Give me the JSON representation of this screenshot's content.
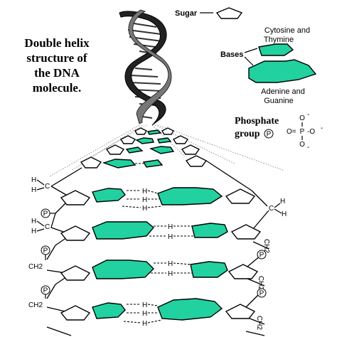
{
  "title": {
    "line1": "Double helix",
    "line2": "structure of",
    "line3": "the DNA",
    "line4": "molecule."
  },
  "legend": {
    "sugar_label": "Sugar",
    "bases_label": "Bases",
    "pyrimidine_label_1": "Cytosine and",
    "pyrimidine_label_2": "Thymine",
    "purine_label_1": "Adenine and",
    "purine_label_2": "Guanine",
    "phosphate_label_1": "Phosphate",
    "phosphate_label_2": "group",
    "phosphate_symbol": "P",
    "phosphate_formula_o_top": "O",
    "phosphate_formula_o_left": "O=",
    "phosphate_formula_p": "P",
    "phosphate_formula_o_right": "-O",
    "phosphate_formula_o_bottom": "O",
    "phosphate_charge": "-"
  },
  "atoms": {
    "h": "H",
    "c": "C",
    "ch2": "CH2",
    "hbond_h": "H",
    "phosphate": "P"
  },
  "colors": {
    "base_fill": "#22d1a0",
    "outline": "#000000",
    "helix_dark": "#222222",
    "helix_light": "#777777"
  }
}
